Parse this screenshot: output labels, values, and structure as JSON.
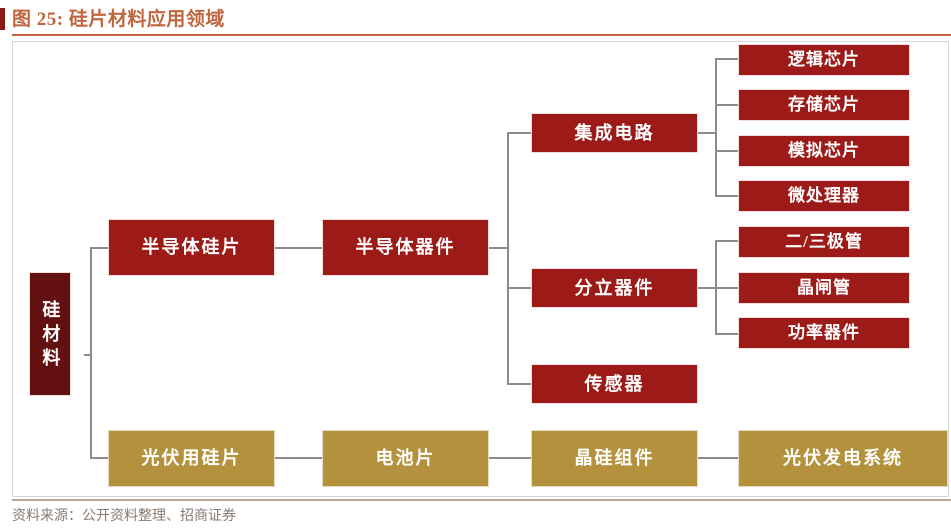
{
  "title": {
    "label": "图 25: 硅片材料应用领域"
  },
  "footer": {
    "source": "资料来源：公开资料整理、招商证券"
  },
  "colors": {
    "title": "#c0663f",
    "accent_bar": "#8b1a16",
    "node_red": "#9c1a17",
    "node_maroon": "#631110",
    "node_gold": "#b4913c",
    "connector": "#8c8c8c",
    "frame": "#d8d8d8",
    "footer_text": "#8a7a70"
  },
  "diagram": {
    "root": {
      "label": "硅材料"
    },
    "branch_semiconductor": {
      "level1": {
        "label": "半导体硅片"
      },
      "level2": {
        "label": "半导体器件"
      },
      "groups": [
        {
          "label": "集成电路",
          "children": [
            {
              "label": "逻辑芯片"
            },
            {
              "label": "存储芯片"
            },
            {
              "label": "模拟芯片"
            },
            {
              "label": "微处理器"
            }
          ]
        },
        {
          "label": "分立器件",
          "children": [
            {
              "label": "二/三极管"
            },
            {
              "label": "晶闸管"
            },
            {
              "label": "功率器件"
            }
          ]
        },
        {
          "label": "传感器",
          "children": []
        }
      ]
    },
    "branch_photovoltaic": {
      "chain": [
        {
          "label": "光伏用硅片"
        },
        {
          "label": "电池片"
        },
        {
          "label": "晶硅组件"
        },
        {
          "label": "光伏发电系统"
        }
      ]
    }
  }
}
